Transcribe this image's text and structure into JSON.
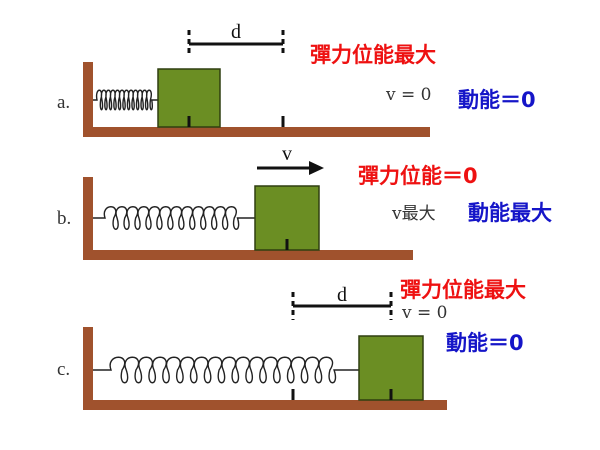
{
  "colors": {
    "ground": "#a0522d",
    "block": "#6b8e23",
    "block_edge": "#2f3f10",
    "spring": "#222222",
    "potential_text": "#ee1111",
    "kinetic_text": "#1515c8"
  },
  "panels": [
    {
      "label": "a.",
      "distance_label": "d",
      "speed_text": "v = 0",
      "potential_energy": "彈力位能最大",
      "kinetic_energy": "動能＝0"
    },
    {
      "label": "b.",
      "velocity_label": "v",
      "speed_text": "v最大",
      "potential_energy": "彈力位能＝0",
      "kinetic_energy": "動能最大"
    },
    {
      "label": "c.",
      "distance_label": "d",
      "speed_text": "v = 0",
      "potential_energy": "彈力位能最大",
      "kinetic_energy": "動能＝0"
    }
  ]
}
